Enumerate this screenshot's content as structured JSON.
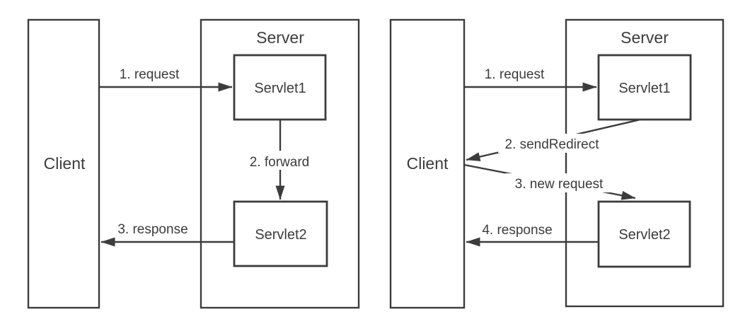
{
  "colors": {
    "line": "#3c3c3c",
    "text": "#3c3c3c",
    "background": "#ffffff"
  },
  "forward_diagram": {
    "client_label": "Client",
    "server_label": "Server",
    "servlet1_label": "Servlet1",
    "servlet2_label": "Servlet2",
    "step1_label": "1. request",
    "step2_label": "2. forward",
    "step3_label": "3. response"
  },
  "redirect_diagram": {
    "client_label": "Client",
    "server_label": "Server",
    "servlet1_label": "Servlet1",
    "servlet2_label": "Servlet2",
    "step1_label": "1. request",
    "step2_label": "2. sendRedirect",
    "step3_label": "3. new request",
    "step4_label": "4. response"
  }
}
